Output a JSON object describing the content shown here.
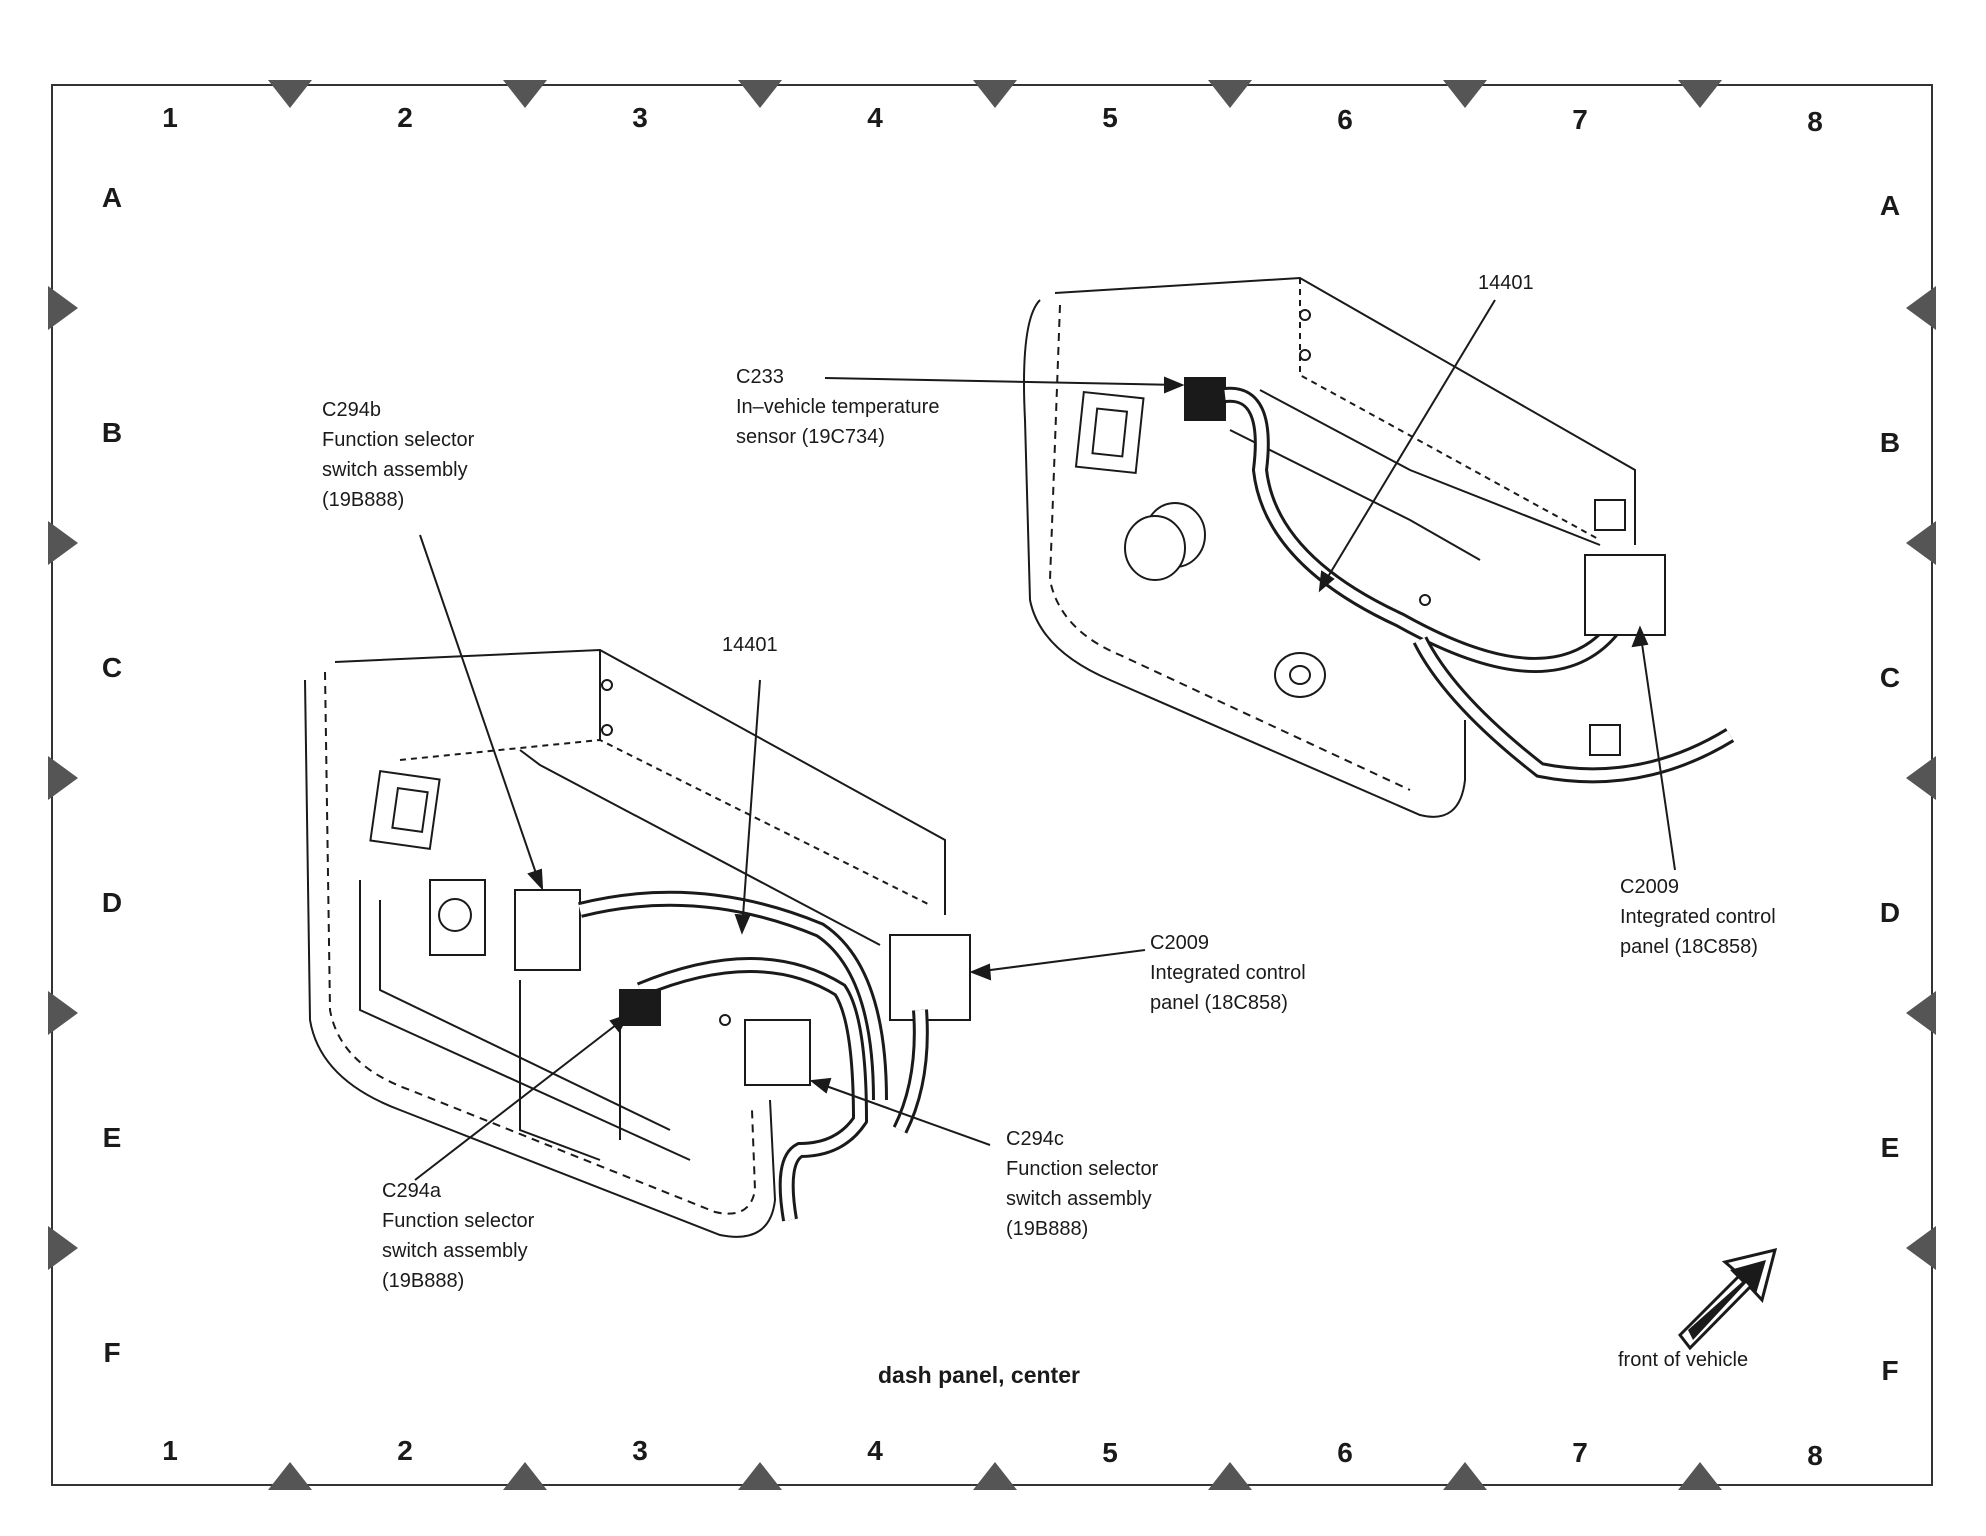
{
  "frame": {
    "columns": [
      "1",
      "2",
      "3",
      "4",
      "5",
      "6",
      "7",
      "8"
    ],
    "rows": [
      "A",
      "B",
      "C",
      "D",
      "E",
      "F"
    ]
  },
  "caption": "dash panel, center",
  "orientation_label": "front of vehicle",
  "callouts": {
    "harness_right": "14401",
    "c233": {
      "code": "C233",
      "lines": [
        "In–vehicle temperature",
        "sensor (19C734)"
      ]
    },
    "c2009_right": {
      "code": "C2009",
      "lines": [
        "Integrated control",
        "panel (18C858)"
      ]
    },
    "c294b": {
      "code": "C294b",
      "lines": [
        "Function selector",
        "switch assembly",
        "(19B888)"
      ]
    },
    "harness_left": "14401",
    "c2009_left": {
      "code": "C2009",
      "lines": [
        "Integrated control",
        "panel (18C858)"
      ]
    },
    "c294c": {
      "code": "C294c",
      "lines": [
        "Function selector",
        "switch assembly",
        "(19B888)"
      ]
    },
    "c294a": {
      "code": "C294a",
      "lines": [
        "Function selector",
        "switch assembly",
        "(19B888)"
      ]
    }
  },
  "colors": {
    "ink": "#1a1a1a",
    "paper": "#ffffff",
    "marker": "#555555"
  }
}
